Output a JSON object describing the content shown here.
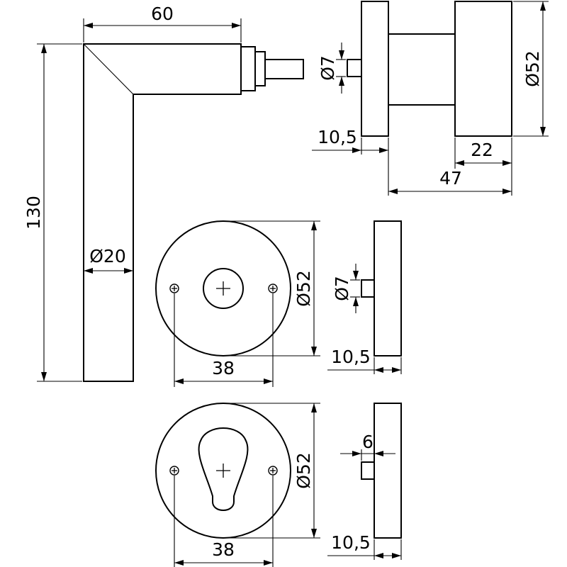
{
  "colors": {
    "line": "#000000",
    "background": "#ffffff"
  },
  "dimensions": {
    "lever_width": "60",
    "lever_height": "130",
    "lever_diameter": "Ø20",
    "knob_pin_diameter": "Ø7",
    "knob_diameter": "Ø52",
    "knob_rose_thickness": "10,5",
    "knob_depth": "22",
    "knob_total_depth": "47",
    "rose_diameter": "Ø52",
    "rose_pin_diameter": "Ø7",
    "rose_screw_spacing": "38",
    "rose_thickness": "10,5",
    "escutcheon_diameter": "Ø52",
    "escutcheon_pin": "6",
    "escutcheon_screw_spacing": "38",
    "escutcheon_thickness": "10,5"
  }
}
